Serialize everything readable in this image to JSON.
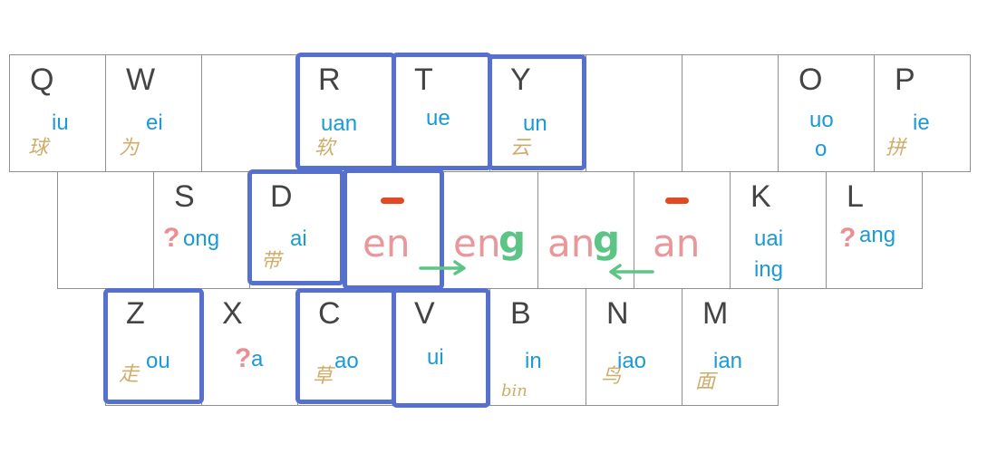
{
  "rows": [
    {
      "keys": [
        {
          "letter": "Q",
          "final": "iu",
          "hint": "球"
        },
        {
          "letter": "W",
          "final": "ei",
          "hint": "为"
        },
        {
          "letter": "",
          "final": ""
        },
        {
          "letter": "R",
          "final": "uan",
          "hint": "软"
        },
        {
          "letter": "T",
          "final": "ue"
        },
        {
          "letter": "Y",
          "final": "un",
          "hint": "云"
        },
        {
          "letter": "",
          "final": ""
        },
        {
          "letter": "",
          "final": ""
        },
        {
          "letter": "O",
          "final": "uo",
          "final2": "o"
        },
        {
          "letter": "P",
          "final": "ie",
          "hint": "拼"
        }
      ]
    },
    {
      "keys": [
        {
          "letter": "",
          "final": ""
        },
        {
          "letter": "S",
          "final": "ong",
          "q": "?"
        },
        {
          "letter": "D",
          "final": "ai",
          "hint": "带"
        },
        {
          "letter": "",
          "big": "ēn"
        },
        {
          "letter": "",
          "big": "eng"
        },
        {
          "letter": "",
          "big": "ang"
        },
        {
          "letter": "",
          "big": "ān"
        },
        {
          "letter": "K",
          "final": "uai",
          "final2": "ing"
        },
        {
          "letter": "L",
          "final": "ang",
          "q": "?"
        }
      ]
    },
    {
      "keys": [
        {
          "letter": "Z",
          "final": "ou",
          "hint": "走"
        },
        {
          "letter": "X",
          "final": "a",
          "q": "?"
        },
        {
          "letter": "C",
          "final": "ao",
          "hint": "草"
        },
        {
          "letter": "V",
          "final": "ui"
        },
        {
          "letter": "B",
          "final": "in",
          "hint": "bin"
        },
        {
          "letter": "N",
          "final": "iao",
          "hint": "鸟"
        },
        {
          "letter": "M",
          "final": "ian",
          "hint": "面"
        }
      ]
    }
  ],
  "handwritten": {
    "en_bar": "-",
    "en": "en",
    "eng_e": "en",
    "eng_g": "g",
    "ang_an": "an",
    "ang_g": "g",
    "an_bar": "-",
    "an": "an"
  },
  "colors": {
    "border": "#8f8f8f",
    "highlight": "#5670cf",
    "final": "#1a9ad6",
    "hint": "#c9a55a",
    "pink": "#e9979b",
    "green": "#5cc586",
    "macron": "#e14b22"
  }
}
